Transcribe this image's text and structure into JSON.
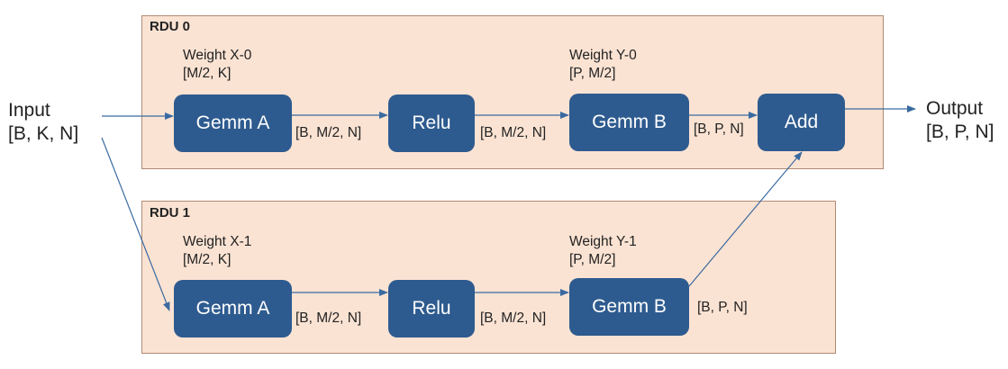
{
  "input": {
    "line1": "Input",
    "line2": "[B, K, N]"
  },
  "output": {
    "line1": "Output",
    "line2": "[B, P, N]"
  },
  "rdu0": {
    "label": "RDU 0",
    "weight_x": {
      "line1": "Weight X-0",
      "line2": "[M/2, K]"
    },
    "weight_y": {
      "line1": "Weight Y-0",
      "line2": "[P, M/2]"
    },
    "gemm_a": "Gemm A",
    "relu": "Relu",
    "gemm_b": "Gemm B",
    "add": "Add",
    "edge_a_relu": "[B, M/2, N]",
    "edge_relu_b": "[B, M/2, N]",
    "edge_b_add": "[B, P, N]"
  },
  "rdu1": {
    "label": "RDU 1",
    "weight_x": {
      "line1": "Weight X-1",
      "line2": "[M/2, K]"
    },
    "weight_y": {
      "line1": "Weight Y-1",
      "line2": "[P, M/2]"
    },
    "gemm_a": "Gemm A",
    "relu": "Relu",
    "gemm_b": "Gemm B",
    "edge_a_relu": "[B, M/2, N]",
    "edge_relu_b": "[B, M/2, N]",
    "edge_b_out": "[B, P, N]"
  },
  "colors": {
    "node_fill": "#2e5b8f",
    "rdu_fill": "#fbe3d3",
    "rdu_border": "#b08a73",
    "arrow": "#3a6aa0"
  }
}
